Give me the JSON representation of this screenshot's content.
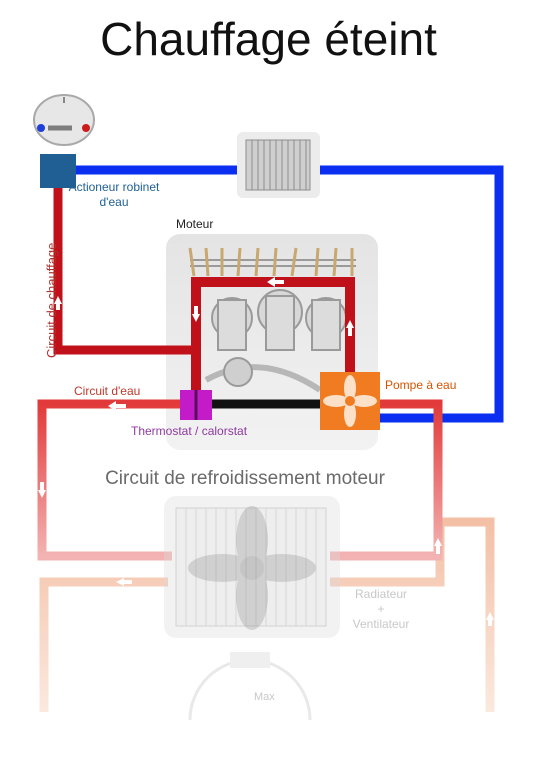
{
  "title": "Chauffage éteint",
  "labels": {
    "actuator": "Actioneur robinet d'eau",
    "heating_circuit": "Circuit de chauffage",
    "engine": "Moteur",
    "water_circuit": "Circuit d'eau",
    "water_pump": "Pompe à eau",
    "thermostat": "Thermostat / calorstat",
    "cooling_circuit": "Circuit de refroidissement moteur",
    "radiator_line1": "Radiateur",
    "radiator_line2": "+",
    "radiator_line3": "Ventilateur",
    "gauge_max": "Max"
  },
  "colors": {
    "cold_pipe": "#0a2ff0",
    "hot_pipe": "#c0111b",
    "actuator": "#1f5f93",
    "pump": "#f07b20",
    "thermostat": "#c21bc7",
    "title": "#111111"
  },
  "icons": [
    "dial-gauge-icon",
    "heater-core-icon",
    "fan-icon",
    "radiator-icon",
    "temperature-gauge-icon",
    "flow-arrow-icon"
  ]
}
